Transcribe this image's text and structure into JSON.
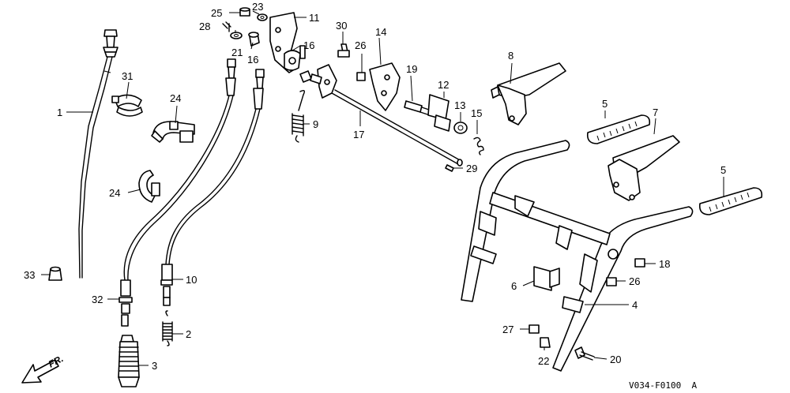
{
  "diagram": {
    "code": "V034-F0100  A",
    "direction_label": "FR.",
    "callouts": [
      {
        "id": "c25",
        "label": "25"
      },
      {
        "id": "c23",
        "label": "23"
      },
      {
        "id": "c11",
        "label": "11"
      },
      {
        "id": "c28",
        "label": "28"
      },
      {
        "id": "c21",
        "label": "21"
      },
      {
        "id": "c16a",
        "label": "16"
      },
      {
        "id": "c16b",
        "label": "16"
      },
      {
        "id": "c30",
        "label": "30"
      },
      {
        "id": "c26a",
        "label": "26"
      },
      {
        "id": "c14",
        "label": "14"
      },
      {
        "id": "c8",
        "label": "8"
      },
      {
        "id": "c31",
        "label": "31"
      },
      {
        "id": "c1",
        "label": "1"
      },
      {
        "id": "c24a",
        "label": "24"
      },
      {
        "id": "c24b",
        "label": "24"
      },
      {
        "id": "c9",
        "label": "9"
      },
      {
        "id": "c17",
        "label": "17"
      },
      {
        "id": "c19",
        "label": "19"
      },
      {
        "id": "c12",
        "label": "12"
      },
      {
        "id": "c13",
        "label": "13"
      },
      {
        "id": "c15",
        "label": "15"
      },
      {
        "id": "c29",
        "label": "29"
      },
      {
        "id": "c5a",
        "label": "5"
      },
      {
        "id": "c7",
        "label": "7"
      },
      {
        "id": "c5b",
        "label": "5"
      },
      {
        "id": "c33",
        "label": "33"
      },
      {
        "id": "c10",
        "label": "10"
      },
      {
        "id": "c32",
        "label": "32"
      },
      {
        "id": "c2",
        "label": "2"
      },
      {
        "id": "c3",
        "label": "3"
      },
      {
        "id": "c18",
        "label": "18"
      },
      {
        "id": "c6",
        "label": "6"
      },
      {
        "id": "c26b",
        "label": "26"
      },
      {
        "id": "c4",
        "label": "4"
      },
      {
        "id": "c27",
        "label": "27"
      },
      {
        "id": "c22",
        "label": "22"
      },
      {
        "id": "c20",
        "label": "20"
      }
    ]
  }
}
